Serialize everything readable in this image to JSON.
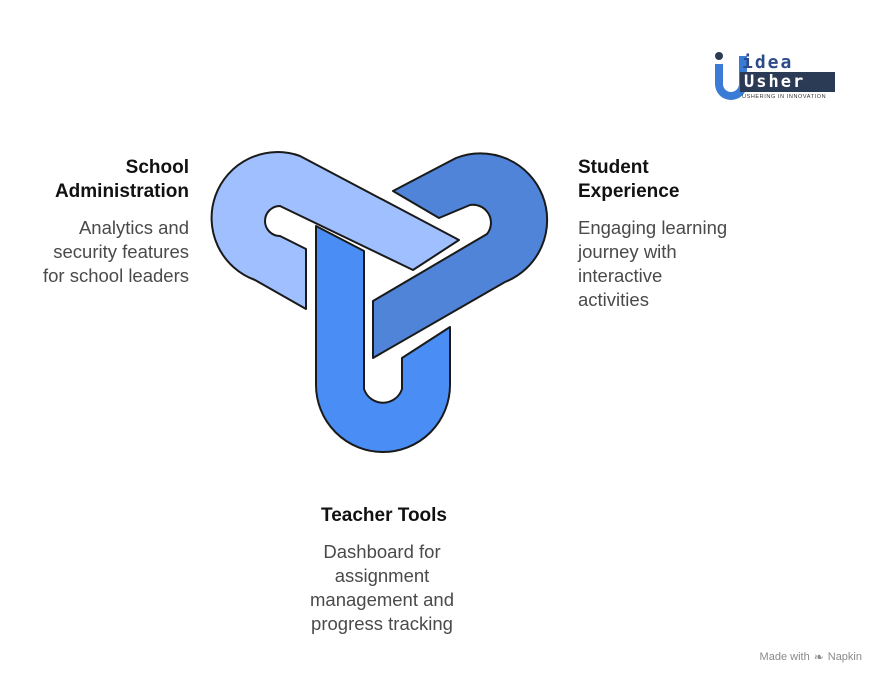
{
  "logo": {
    "line1": "idea",
    "line2": "Usher",
    "tagline": "USHERING IN INNOVATION"
  },
  "sections": {
    "school_administration": {
      "title_lines": [
        "School",
        "Administration"
      ],
      "body_lines": [
        "Analytics and",
        "security features",
        "for school leaders"
      ]
    },
    "student_experience": {
      "title_lines": [
        "Student",
        "Experience"
      ],
      "body_lines": [
        "Engaging learning",
        "journey with",
        "interactive",
        "activities"
      ]
    },
    "teacher_tools": {
      "title_lines": [
        "Teacher Tools"
      ],
      "body_lines": [
        "Dashboard for",
        "assignment",
        "management and",
        "progress tracking"
      ]
    }
  },
  "colors": {
    "light_blue": "#9fbfff",
    "medium_blue": "#4f84d8",
    "bright_blue": "#4a8ef5",
    "outline": "#1a1a1a"
  },
  "icons": [
    "napkin-icon"
  ],
  "footer": {
    "made_with": "Made with",
    "brand": "Napkin"
  }
}
